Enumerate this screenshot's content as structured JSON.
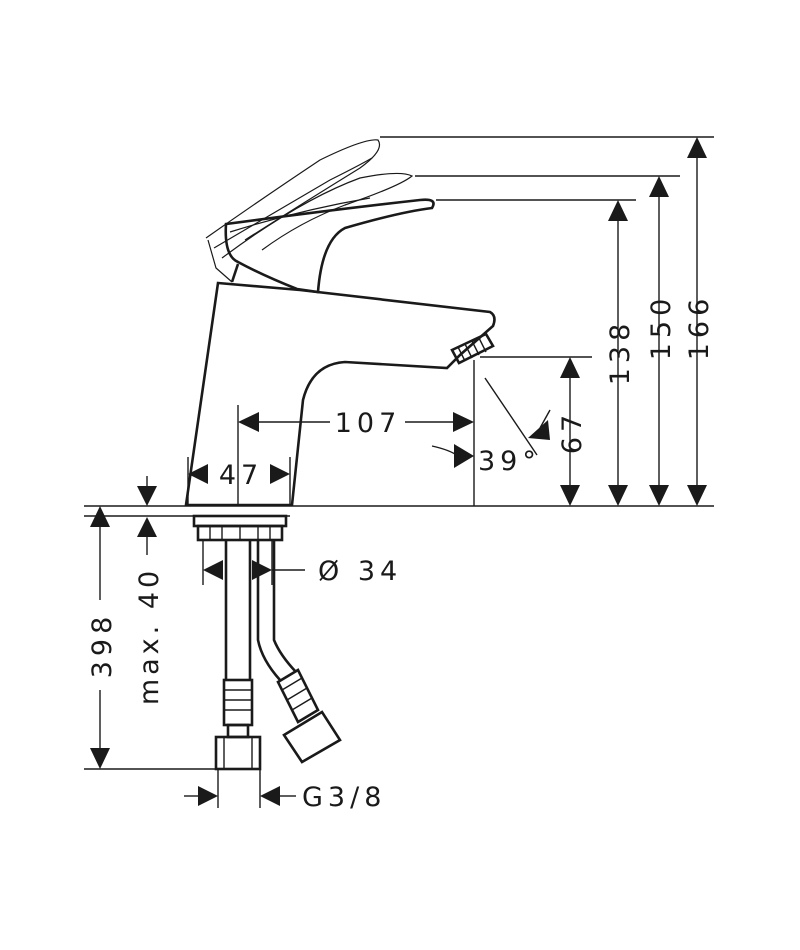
{
  "drawing": {
    "stroke_color": "#1a1a1a",
    "background_color": "#ffffff"
  },
  "dimensions": {
    "height_total": "166",
    "height_lever_top": "150",
    "height_body": "138",
    "spout_height": "67",
    "spout_projection": "107",
    "body_diameter": "47",
    "lever_angle": "39°",
    "shank_diameter": "Ø 34",
    "hose_length": "398",
    "mount_thickness": "max. 40",
    "connection_thread": "G3/8"
  }
}
